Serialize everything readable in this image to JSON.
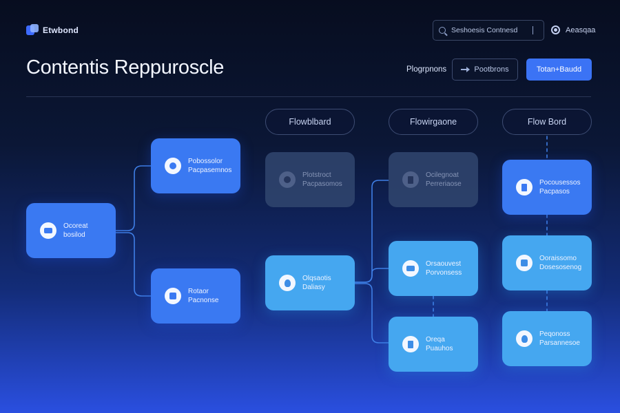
{
  "app": {
    "logo_text": "Etwbond"
  },
  "header": {
    "search_value": "Seshoesis Contnesd",
    "user_label": "Aeasqaa"
  },
  "page": {
    "title": "Contentis Reppuroscle"
  },
  "toolbar": {
    "label": "Plogrpnons",
    "outline_button": "Pootbrons",
    "primary_button": "Totan+Baudd"
  },
  "columns": [
    {
      "label": "Flowblbard"
    },
    {
      "label": "Flowirgaone"
    },
    {
      "label": "Flow Bord"
    }
  ],
  "nodes": {
    "source": {
      "line1": "Ocoreat",
      "line2": "bosilod"
    },
    "branch_top": {
      "line1": "Pobossolor",
      "line2": "Pacpasemnos"
    },
    "branch_bottom": {
      "line1": "Rotaor",
      "line2": "Pacnonse"
    },
    "c1_dim": {
      "line1": "Plotstroct",
      "line2": "Pacpasomos"
    },
    "c1_main": {
      "line1": "Olqsaotis",
      "line2": "Daliasy"
    },
    "c2_dim": {
      "line1": "Ocilegnoat",
      "line2": "Perreriaose"
    },
    "c2_a": {
      "line1": "Orsaouvest",
      "line2": "Porvonsess"
    },
    "c2_b": {
      "line1": "Oreqa",
      "line2": "Puauhos"
    },
    "c3_a": {
      "line1": "Pocousessos",
      "line2": "Pacpasos"
    },
    "c3_b": {
      "line1": "Ooraissomo",
      "line2": "Dosesosenog"
    },
    "c3_c": {
      "line1": "Peqonoss",
      "line2": "Parsannesoe"
    }
  },
  "colors": {
    "accent": "#3b73f5",
    "node_blue": "#3a79f2",
    "node_cyan": "#45a7f0",
    "connector": "#3f7fe6"
  }
}
